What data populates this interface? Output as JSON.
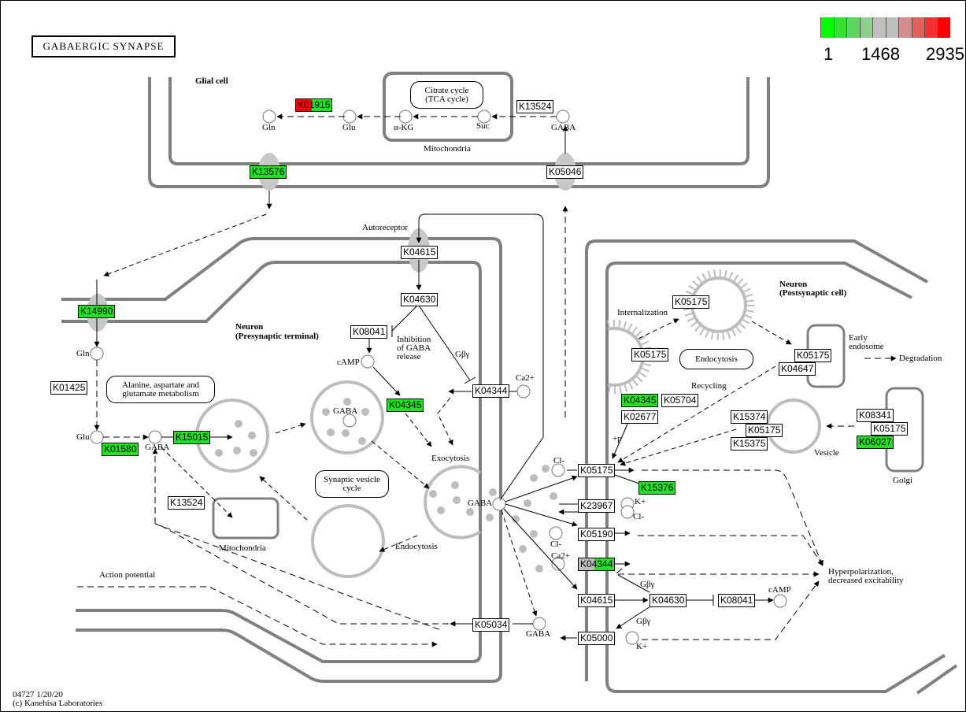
{
  "title": "GABAERGIC SYNAPSE",
  "legend": {
    "min_label": "1",
    "mid_label": "1468",
    "max_label": "2935",
    "colors": [
      "#00ff00",
      "#33e033",
      "#5cd65c",
      "#90ce90",
      "#bebebe",
      "#bebebe",
      "#d48c8c",
      "#e06060",
      "#f03030",
      "#ff0000"
    ]
  },
  "compartments": {
    "glial": "Glial cell",
    "presyn_line1": "Neuron",
    "presyn_line2": "(Presynaptic terminal)",
    "postsyn_line1": "Neuron",
    "postsyn_line2": "(Postsynaptic cell)",
    "mito_top": "Mitochondria",
    "mito_bottom": "Mitochondria"
  },
  "pathways": {
    "tca": "Citrate cycle\n(TCA cycle)",
    "ala": "Alanine, aspartate and\nglutamate metabolism",
    "svc": "Synaptic vesicle\ncycle",
    "endo": "Endocytosis"
  },
  "labels": {
    "gln_top": "Gln",
    "glu_top": "Glu",
    "akg": "α-KG",
    "suc": "Suc",
    "gaba_top": "GABA",
    "autoreceptor": "Autoreceptor",
    "gln_left": "Gln",
    "glu_left": "Glu",
    "gaba_left": "GABA",
    "gaba_vesicle": "GABA",
    "camp_pre": "cAMP",
    "inhibition": "Inhibition\nof GABA\nrelease",
    "gby_pre": "Gβγ",
    "ca_pre": "Ca2+",
    "exocytosis": "Exocytosis",
    "endocytosis_pre": "Endocytosis",
    "gaba_cleft": "GABA",
    "gaba_reuptake": "GABA",
    "action_potential": "Action potential",
    "internalization": "Internalization",
    "recycling": "Recycling",
    "early_endosome": "Early\nendosome",
    "degradation": "Degradation",
    "vesicle": "Vesicle",
    "golgi": "Golgi",
    "plus_p": "+p",
    "cl_1": "Cl-",
    "k_1": "K+",
    "cl_2": "Cl-",
    "cl_3": "Cl-",
    "ca_post": "Ca2+",
    "gby_post1": "Gβγ",
    "gby_post2": "Gβγ",
    "camp_post": "cAMP",
    "k_out": "K+",
    "hyperpol": "Hyperpolarization,\ndecreased excitability"
  },
  "genes": [
    {
      "id": "K01915",
      "color": "split-red-green"
    },
    {
      "id": "K13524",
      "color": "white"
    },
    {
      "id": "K13576",
      "color": "green"
    },
    {
      "id": "K05046",
      "color": "white"
    },
    {
      "id": "K14990",
      "color": "green"
    },
    {
      "id": "K01425",
      "color": "white"
    },
    {
      "id": "K01580",
      "color": "green"
    },
    {
      "id": "K15015",
      "color": "green"
    },
    {
      "id": "K13524",
      "color": "white"
    },
    {
      "id": "K04615",
      "color": "white"
    },
    {
      "id": "K04630",
      "color": "white"
    },
    {
      "id": "K08041",
      "color": "white"
    },
    {
      "id": "K04345",
      "color": "green"
    },
    {
      "id": "K04344",
      "color": "white"
    },
    {
      "id": "K05034",
      "color": "white"
    },
    {
      "id": "K05175",
      "color": "white"
    },
    {
      "id": "K05175",
      "color": "white"
    },
    {
      "id": "K05175",
      "color": "white"
    },
    {
      "id": "K04647",
      "color": "white"
    },
    {
      "id": "K04345",
      "color": "green"
    },
    {
      "id": "K05704",
      "color": "white"
    },
    {
      "id": "K02677",
      "color": "white"
    },
    {
      "id": "K15374",
      "color": "white"
    },
    {
      "id": "K05175",
      "color": "white"
    },
    {
      "id": "K15375",
      "color": "white"
    },
    {
      "id": "K08341",
      "color": "white"
    },
    {
      "id": "K05175",
      "color": "white"
    },
    {
      "id": "K06027",
      "color": "green"
    },
    {
      "id": "K05175",
      "color": "white"
    },
    {
      "id": "K15376",
      "color": "green"
    },
    {
      "id": "K23967",
      "color": "white"
    },
    {
      "id": "K05190",
      "color": "white"
    },
    {
      "id": "K04344",
      "color": "split-gray-green"
    },
    {
      "id": "K04615",
      "color": "white"
    },
    {
      "id": "K04630",
      "color": "white"
    },
    {
      "id": "K08041",
      "color": "white"
    },
    {
      "id": "K05000",
      "color": "white"
    }
  ],
  "footer": {
    "line1": "04727 1/20/20",
    "line2": "(c) Kanehisa Laboratories"
  }
}
